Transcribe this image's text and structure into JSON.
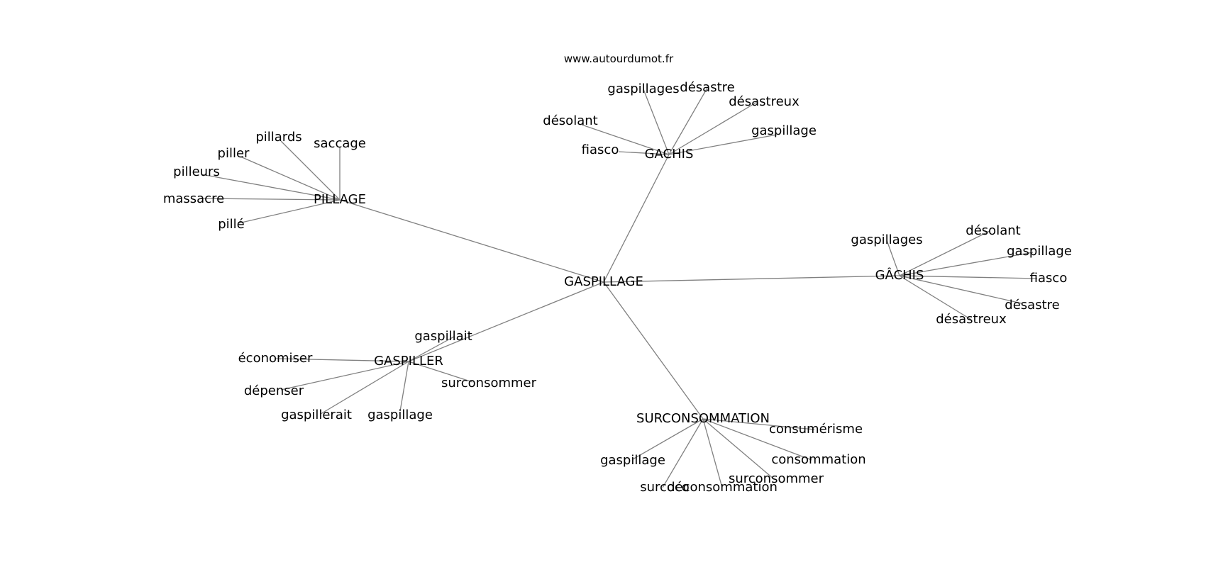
{
  "site_url": "www.autourdumot.fr",
  "edge_color": "#808080",
  "nodes": [
    {
      "id": "center",
      "label": "GASPILLAGE"
    },
    {
      "id": "gachis1",
      "label": "GACHIS"
    },
    {
      "id": "pillage",
      "label": "PILLAGE"
    },
    {
      "id": "gachis2",
      "label": "GÂCHIS"
    },
    {
      "id": "gaspiller",
      "label": "GASPILLER"
    },
    {
      "id": "surconso",
      "label": "SURCONSOMMATION"
    },
    {
      "id": "g1_gaspillages",
      "label": "gaspillages"
    },
    {
      "id": "g1_desastre",
      "label": "désastre"
    },
    {
      "id": "g1_desastreux",
      "label": "désastreux"
    },
    {
      "id": "g1_desolant",
      "label": "désolant"
    },
    {
      "id": "g1_gaspillage",
      "label": "gaspillage"
    },
    {
      "id": "g1_fiasco",
      "label": "fiasco"
    },
    {
      "id": "p_pillards",
      "label": "pillards"
    },
    {
      "id": "p_saccage",
      "label": "saccage"
    },
    {
      "id": "p_piller",
      "label": "piller"
    },
    {
      "id": "p_pilleurs",
      "label": "pilleurs"
    },
    {
      "id": "p_massacre",
      "label": "massacre"
    },
    {
      "id": "p_pille",
      "label": "pillé"
    },
    {
      "id": "g2_gaspillages",
      "label": "gaspillages"
    },
    {
      "id": "g2_desolant",
      "label": "désolant"
    },
    {
      "id": "g2_gaspillage",
      "label": "gaspillage"
    },
    {
      "id": "g2_fiasco",
      "label": "fiasco"
    },
    {
      "id": "g2_desastre",
      "label": "désastre"
    },
    {
      "id": "g2_desastreux",
      "label": "désastreux"
    },
    {
      "id": "v_gaspillait",
      "label": "gaspillait"
    },
    {
      "id": "v_economiser",
      "label": "économiser"
    },
    {
      "id": "v_surconsommer",
      "label": "surconsommer"
    },
    {
      "id": "v_depenser",
      "label": "dépenser"
    },
    {
      "id": "v_gaspillerait",
      "label": "gaspillerait"
    },
    {
      "id": "v_gaspillage",
      "label": "gaspillage"
    },
    {
      "id": "s_consumerisme",
      "label": "consumérisme"
    },
    {
      "id": "s_consommation",
      "label": "consommation"
    },
    {
      "id": "s_gaspillage",
      "label": "gaspillage"
    },
    {
      "id": "s_surconsommer",
      "label": "surconsommer"
    },
    {
      "id": "s_surcoco",
      "label": "surcoco"
    },
    {
      "id": "s_deconsommation",
      "label": "déconsommation"
    }
  ],
  "edges": [
    [
      "center",
      "gachis1"
    ],
    [
      "center",
      "pillage"
    ],
    [
      "center",
      "gachis2"
    ],
    [
      "center",
      "gaspiller"
    ],
    [
      "center",
      "surconso"
    ],
    [
      "gachis1",
      "g1_gaspillages"
    ],
    [
      "gachis1",
      "g1_desastre"
    ],
    [
      "gachis1",
      "g1_desastreux"
    ],
    [
      "gachis1",
      "g1_desolant"
    ],
    [
      "gachis1",
      "g1_gaspillage"
    ],
    [
      "gachis1",
      "g1_fiasco"
    ],
    [
      "pillage",
      "p_pillards"
    ],
    [
      "pillage",
      "p_saccage"
    ],
    [
      "pillage",
      "p_piller"
    ],
    [
      "pillage",
      "p_pilleurs"
    ],
    [
      "pillage",
      "p_massacre"
    ],
    [
      "pillage",
      "p_pille"
    ],
    [
      "gachis2",
      "g2_gaspillages"
    ],
    [
      "gachis2",
      "g2_desolant"
    ],
    [
      "gachis2",
      "g2_gaspillage"
    ],
    [
      "gachis2",
      "g2_fiasco"
    ],
    [
      "gachis2",
      "g2_desastre"
    ],
    [
      "gachis2",
      "g2_desastreux"
    ],
    [
      "gaspiller",
      "v_gaspillait"
    ],
    [
      "gaspiller",
      "v_economiser"
    ],
    [
      "gaspiller",
      "v_surconsommer"
    ],
    [
      "gaspiller",
      "v_depenser"
    ],
    [
      "gaspiller",
      "v_gaspillerait"
    ],
    [
      "gaspiller",
      "v_gaspillage"
    ],
    [
      "surconso",
      "s_consumerisme"
    ],
    [
      "surconso",
      "s_consommation"
    ],
    [
      "surconso",
      "s_gaspillage"
    ],
    [
      "surconso",
      "s_surconsommer"
    ],
    [
      "surconso",
      "s_surcoco"
    ],
    [
      "surconso",
      "s_deconsommation"
    ]
  ]
}
